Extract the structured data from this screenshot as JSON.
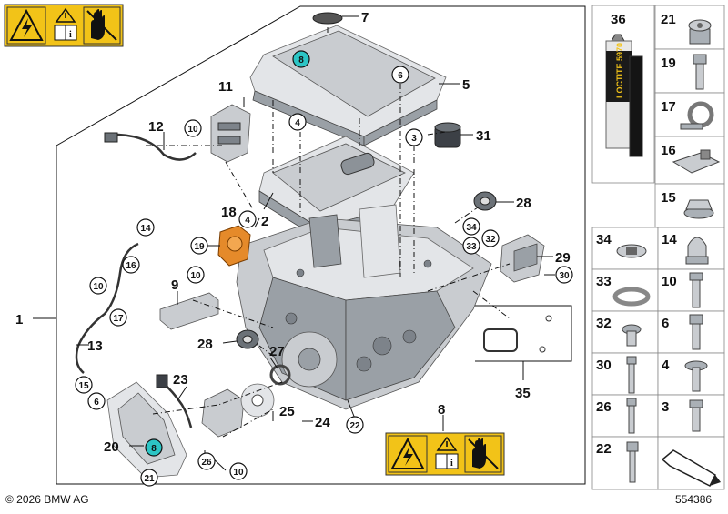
{
  "footer": {
    "copyright": "© 2026 BMW AG",
    "diagram_number": "554386"
  },
  "warning_label_top": {
    "icons": [
      "high-voltage-warning-icon",
      "read-manual-icon",
      "no-touch-hand-icon"
    ]
  },
  "warning_label_bottom": {
    "part_number": "8",
    "icons": [
      "high-voltage-warning-icon",
      "read-manual-icon",
      "no-touch-hand-icon"
    ]
  },
  "callouts": {
    "c1": "1",
    "c2": "2",
    "c3": "3",
    "c4": "4",
    "c5": "5",
    "c6": "6",
    "c7": "7",
    "c8": "8",
    "c9": "9",
    "c10": "10",
    "c11": "11",
    "c12": "12",
    "c13": "13",
    "c14": "14",
    "c15": "15",
    "c16": "16",
    "c17": "17",
    "c18": "18",
    "c19": "19",
    "c20": "20",
    "c21": "21",
    "c22": "22",
    "c23": "23",
    "c24": "24",
    "c25": "25",
    "c26": "26",
    "c27": "27",
    "c28": "28",
    "c29": "29",
    "c30": "30",
    "c31": "31",
    "c32": "32",
    "c33": "33",
    "c34": "34",
    "c35": "35",
    "c36": "36"
  },
  "sidebar": {
    "tube_label": "LOCTITE 5970",
    "cells": [
      {
        "left": "36"
      },
      {
        "left": "21",
        "right": ""
      },
      {
        "left": "19",
        "right": ""
      },
      {
        "left": "17",
        "right": ""
      },
      {
        "left": "16",
        "right": ""
      },
      {
        "left": "15",
        "right": ""
      },
      {
        "left": "34",
        "right": "14"
      },
      {
        "left": "33",
        "right": "10"
      },
      {
        "left": "32",
        "right": "6"
      },
      {
        "left": "30",
        "right": "4"
      },
      {
        "left": "26",
        "right": "3"
      },
      {
        "left": "22",
        "right": ""
      }
    ]
  }
}
